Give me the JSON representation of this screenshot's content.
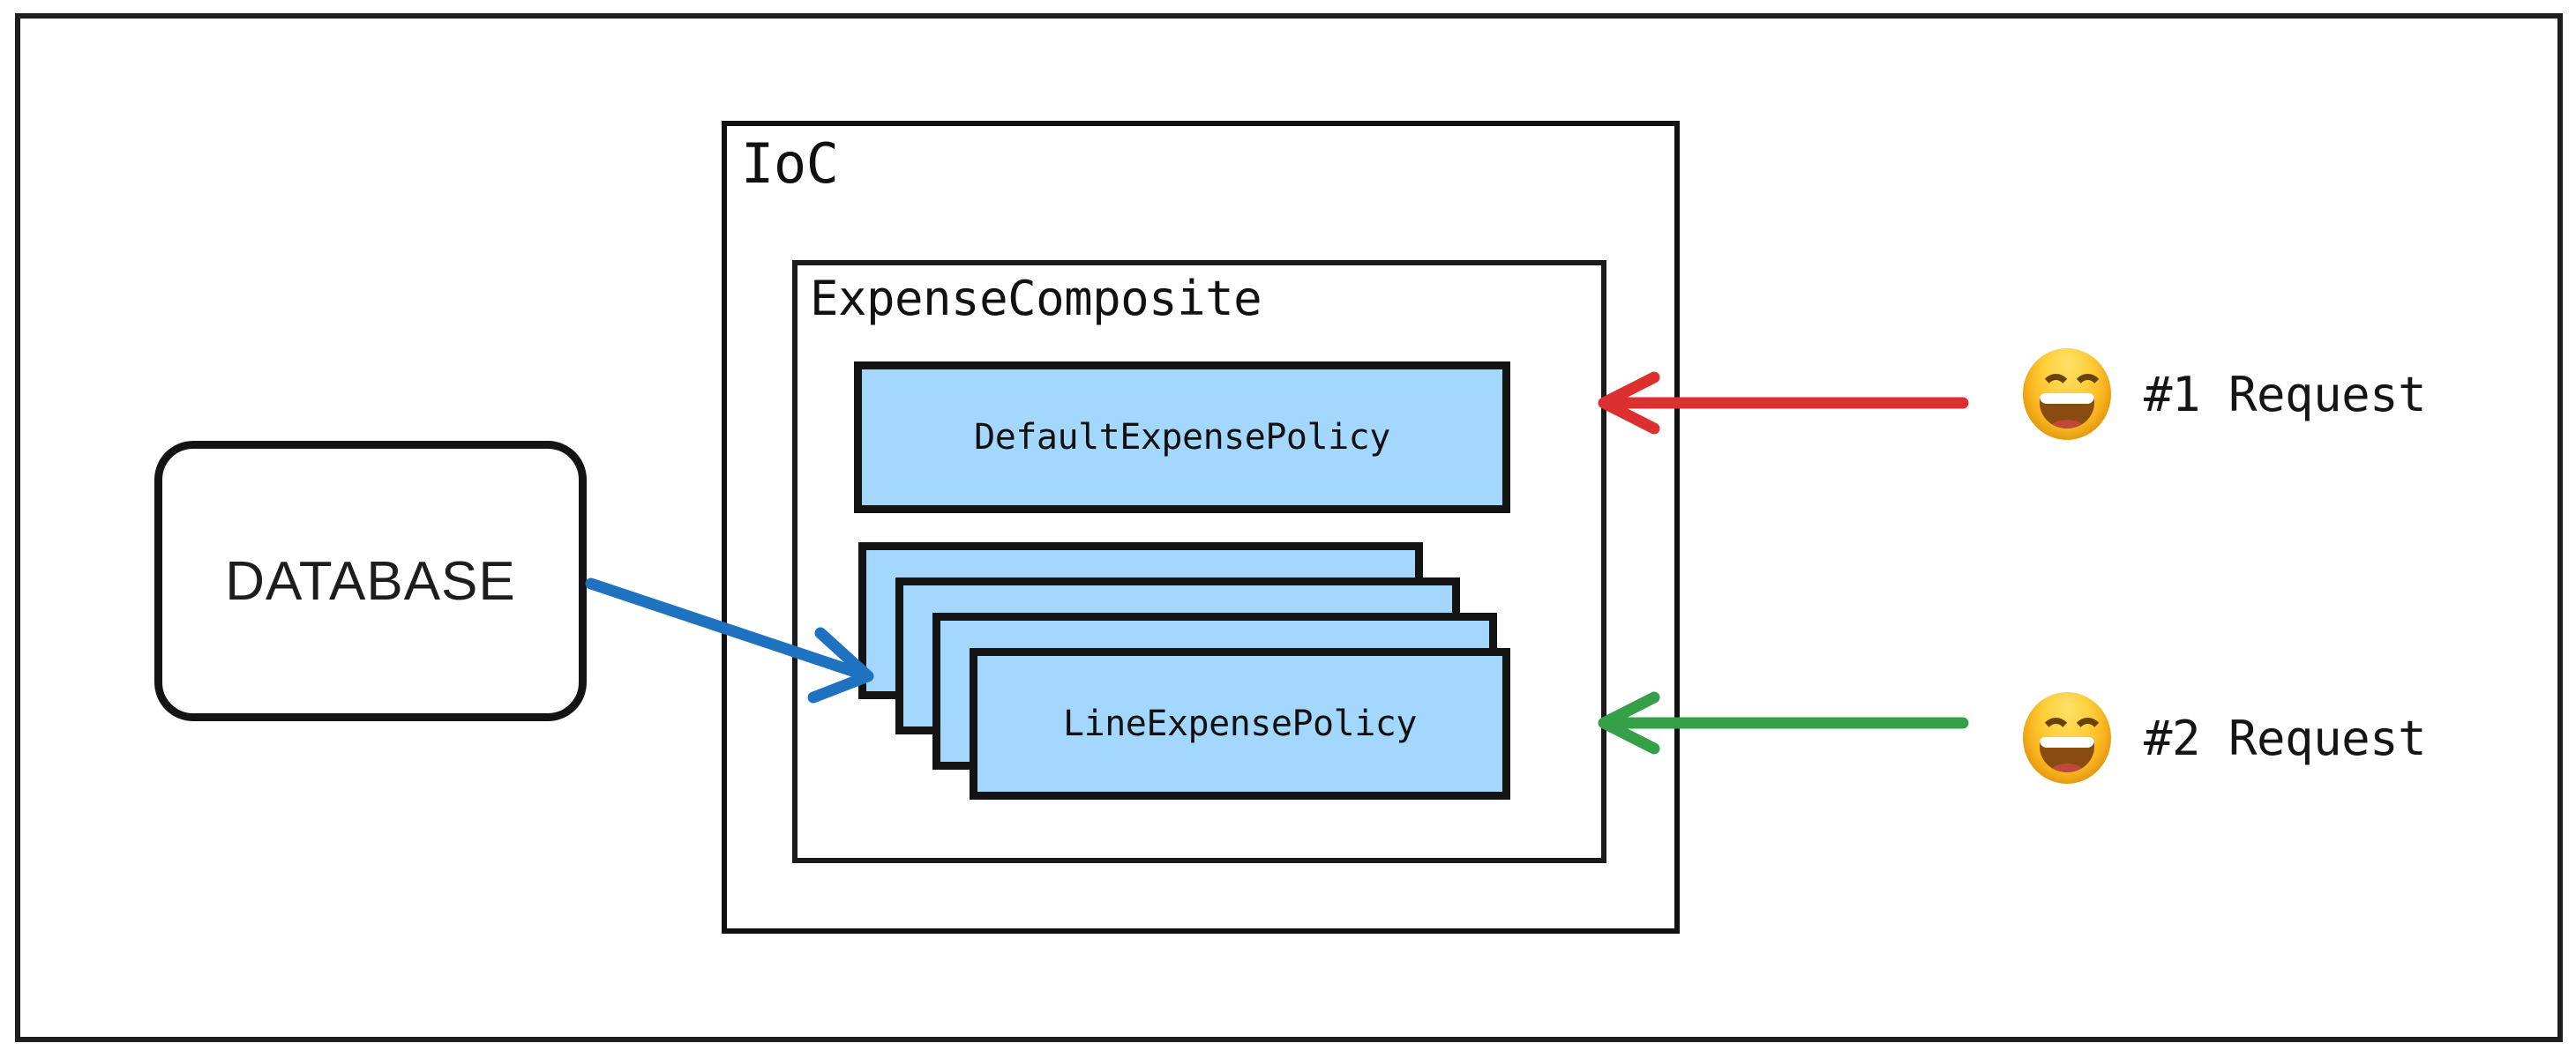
{
  "diagram": {
    "title": "IoC ExpenseComposite policy diagram",
    "outer_frame": {
      "name": "diagram-border"
    },
    "colors": {
      "policy_fill": "#A3D7FD",
      "stroke": "#111111",
      "database_arrow": "#1F72C0",
      "request_1_arrow": "#DC3030",
      "request_2_arrow": "#35A048"
    }
  },
  "containers": {
    "ioc": {
      "label": "IoC"
    },
    "composite": {
      "label": "ExpenseComposite"
    }
  },
  "policies": {
    "default": {
      "label": "DefaultExpensePolicy"
    },
    "line": {
      "label": "LineExpensePolicy",
      "stack_count": 4
    }
  },
  "database": {
    "label": "DATABASE"
  },
  "requests": [
    {
      "label": "#1 Request",
      "emoji": "grinning-face-with-smiling-eyes",
      "arrow_color": "#DC3030"
    },
    {
      "label": "#2 Request",
      "emoji": "grinning-face-with-smiling-eyes",
      "arrow_color": "#35A048"
    }
  ]
}
